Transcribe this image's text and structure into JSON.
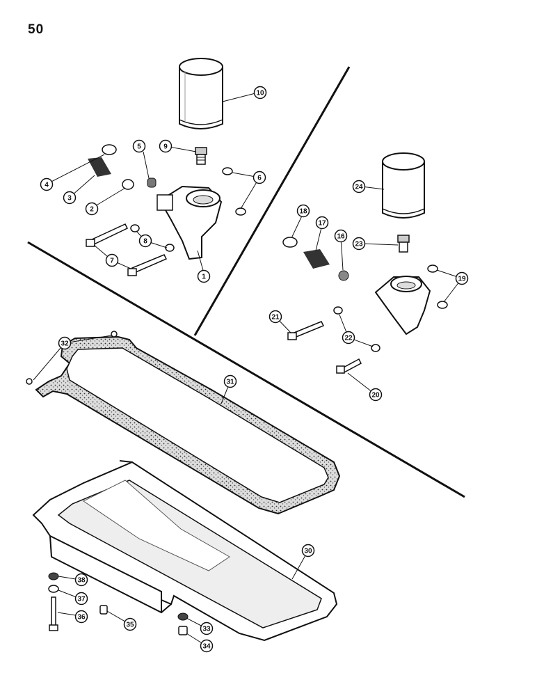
{
  "page": {
    "number": "50"
  },
  "callouts": [
    {
      "label": "1"
    },
    {
      "label": "2"
    },
    {
      "label": "3"
    },
    {
      "label": "4"
    },
    {
      "label": "5"
    },
    {
      "label": "6"
    },
    {
      "label": "7"
    },
    {
      "label": "8"
    },
    {
      "label": "9"
    },
    {
      "label": "10"
    },
    {
      "label": "16"
    },
    {
      "label": "17"
    },
    {
      "label": "18"
    },
    {
      "label": "19"
    },
    {
      "label": "20"
    },
    {
      "label": "21"
    },
    {
      "label": "22"
    },
    {
      "label": "23"
    },
    {
      "label": "24"
    },
    {
      "label": "30"
    },
    {
      "label": "31"
    },
    {
      "label": "32"
    },
    {
      "label": "33"
    },
    {
      "label": "34"
    },
    {
      "label": "35"
    },
    {
      "label": "36"
    },
    {
      "label": "37"
    },
    {
      "label": "38"
    }
  ]
}
